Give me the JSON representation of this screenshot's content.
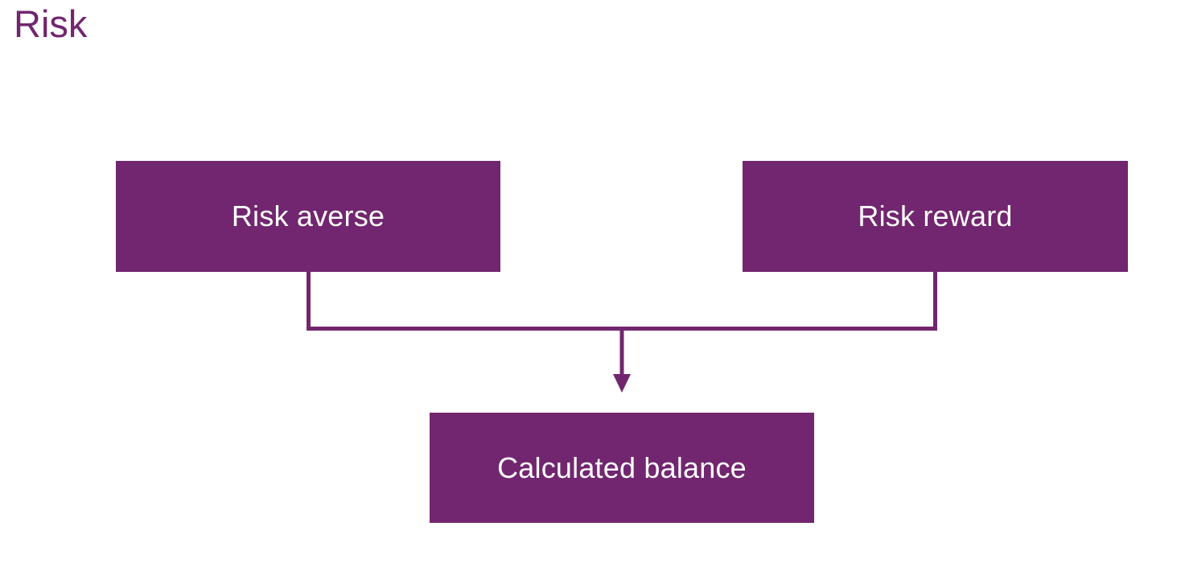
{
  "slide": {
    "title": "Risk",
    "background_color": "#FFFFFF",
    "accent_color": "#72266F",
    "node_text_color": "#FFFFFF"
  },
  "diagram": {
    "type": "flowchart",
    "nodes": [
      {
        "id": "risk-averse",
        "label": "Risk averse",
        "role": "input"
      },
      {
        "id": "risk-reward",
        "label": "Risk reward",
        "role": "input"
      },
      {
        "id": "calculated-balance",
        "label": "Calculated balance",
        "role": "output"
      }
    ],
    "connectors": [
      {
        "from": "risk-averse",
        "to": "calculated-balance",
        "style": "elbow",
        "arrowhead": true
      },
      {
        "from": "risk-reward",
        "to": "calculated-balance",
        "style": "elbow",
        "arrowhead": true
      }
    ]
  }
}
